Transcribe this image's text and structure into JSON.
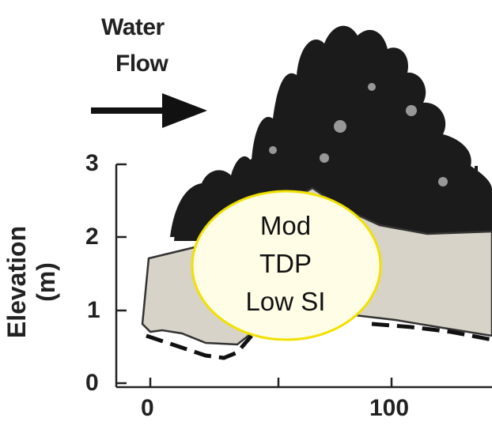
{
  "flow_label": {
    "line1": "Water",
    "line2": "Flow"
  },
  "axis": {
    "ylabel": "Elevation (m)",
    "yticks": [
      "0",
      "1",
      "2",
      "3"
    ],
    "xticks": [
      "0",
      "100"
    ]
  },
  "callout": {
    "lines": [
      "Mod",
      "TDP",
      "Low SI"
    ]
  },
  "colors": {
    "fill": "#d8d3c8",
    "oval": "#fffde6",
    "oval_border": "#f2e000",
    "ink": "#1a1a1a"
  }
}
